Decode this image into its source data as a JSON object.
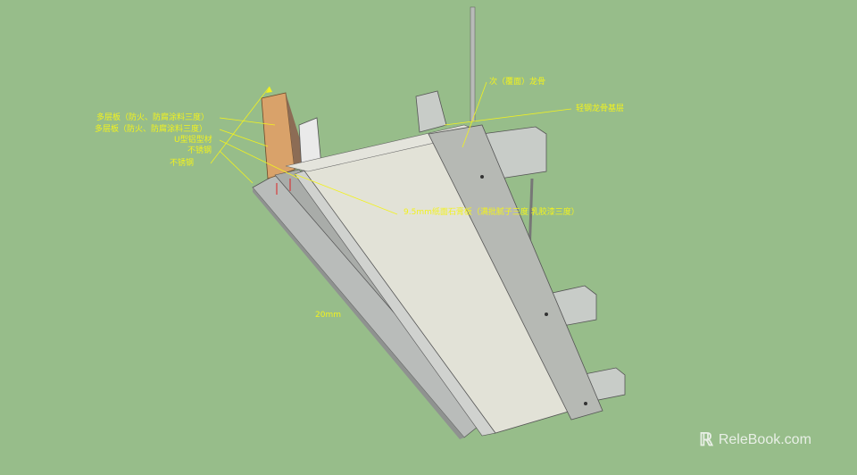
{
  "labels": {
    "multilayer_1": "多层板（防火、防腐涂料三度）",
    "multilayer_2": "多层板（防火、防腐涂料三度）",
    "u_aluminum": "U型铝型材",
    "stainless_1": "不锈钢",
    "stainless_2": "不锈钢",
    "secondary_keel": "次（覆面）龙骨",
    "light_steel_keel": "轻钢龙骨基层",
    "gypsum_board": "9.5mm纸面石膏板（满批腻子三度 乳胶漆三度）",
    "dimension": "20mm"
  },
  "watermark": "ReleBook.com",
  "colors": {
    "background": "#97bd8a",
    "annotation": "#f2f21e",
    "wood": "#d9a26a"
  }
}
